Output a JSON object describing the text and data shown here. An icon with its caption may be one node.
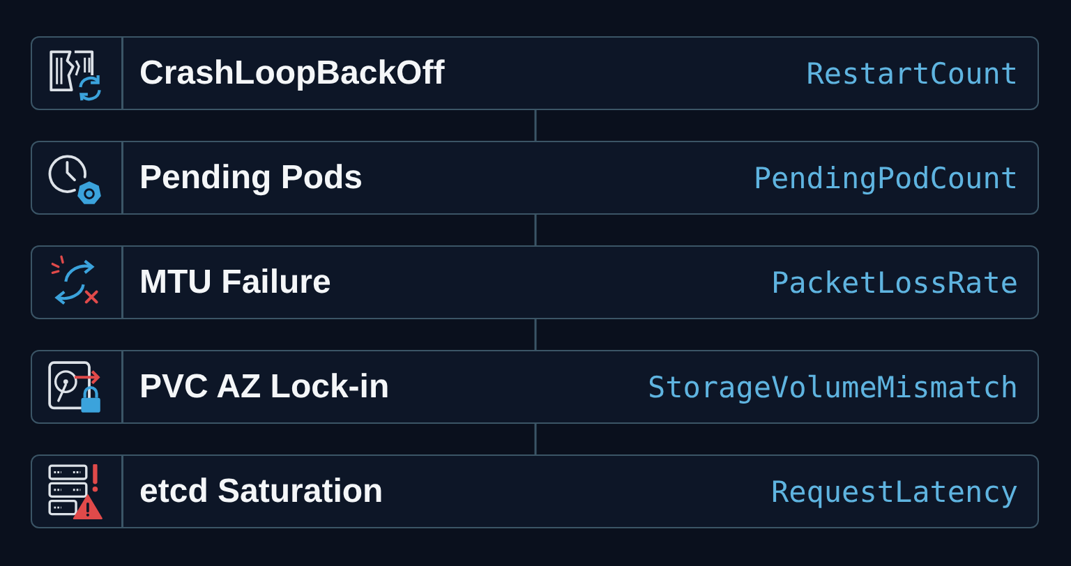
{
  "diagram": {
    "nodes": [
      {
        "text": [
          "CrashLoopBackOff",
          "RestartCount"
        ]
      },
      {
        "text": [
          "Pending Pods",
          "PendingPodCount"
        ]
      },
      {
        "text": [
          "MTU Failure",
          "PacketLossRate"
        ]
      },
      {
        "text": [
          "PVC AZ Lock-in",
          "StorageVolumeMismatch"
        ]
      },
      {
        "text": [
          "etcd Saturation",
          "RequestLatency"
        ]
      }
    ],
    "edges": [
      {
        "from": 0,
        "to": 1,
        "arrow": "none"
      },
      {
        "from": 1,
        "to": 2,
        "arrow": "none"
      },
      {
        "from": 2,
        "to": 3,
        "arrow": "none"
      },
      {
        "from": 3,
        "to": 4,
        "arrow": "none"
      }
    ]
  }
}
